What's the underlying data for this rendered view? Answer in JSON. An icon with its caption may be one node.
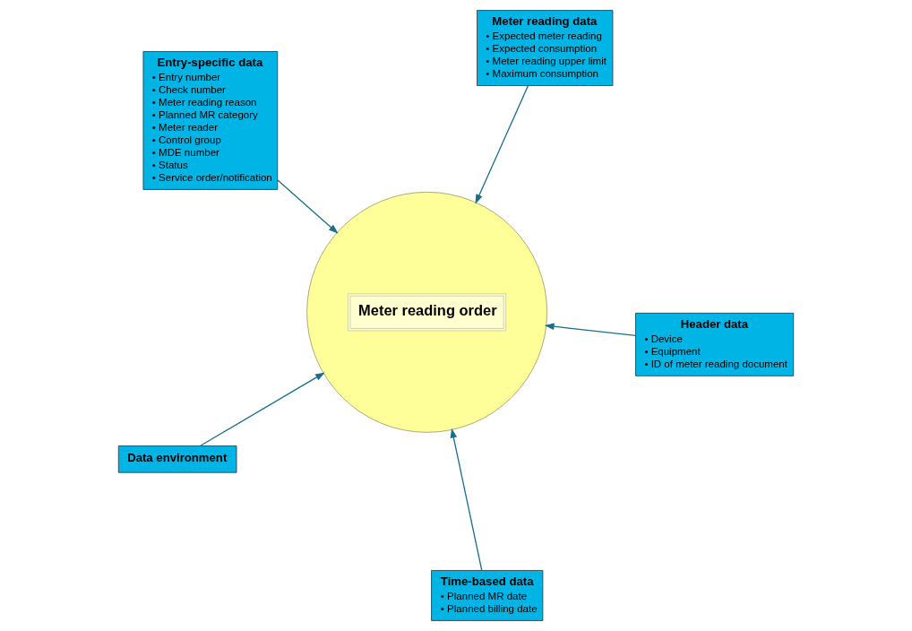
{
  "diagram": {
    "nodes": [
      {
        "text": [
          "Entry-specific data",
          "• Entry number",
          "• Check number",
          "• Meter reading reason",
          "• Planned MR category",
          "• Meter reader",
          "• Control group",
          "• MDE number",
          "• Status",
          "• Service order/notification"
        ]
      },
      {
        "text": [
          "Header data",
          "• Device",
          "• Equipment",
          "• ID of meter reading document"
        ]
      },
      {
        "text": [
          "Time-based data",
          "• Planned MR date",
          "• Planned billing date"
        ]
      },
      {
        "text": [
          "Meter reading order"
        ]
      },
      {
        "text": [
          "Meter reading data",
          "• Expected meter reading",
          "• Expected consumption",
          "• Meter reading upper limit",
          "• Maximum consumption"
        ]
      },
      {
        "text": [
          "Data environment"
        ]
      }
    ],
    "edges": [
      {
        "from": 0,
        "to": 3,
        "arrow": "to"
      },
      {
        "from": 1,
        "to": 3,
        "arrow": "to"
      },
      {
        "from": 2,
        "to": 3,
        "arrow": "to"
      },
      {
        "from": 4,
        "to": 3,
        "arrow": "to"
      },
      {
        "from": 5,
        "to": 3,
        "arrow": "to"
      }
    ]
  }
}
